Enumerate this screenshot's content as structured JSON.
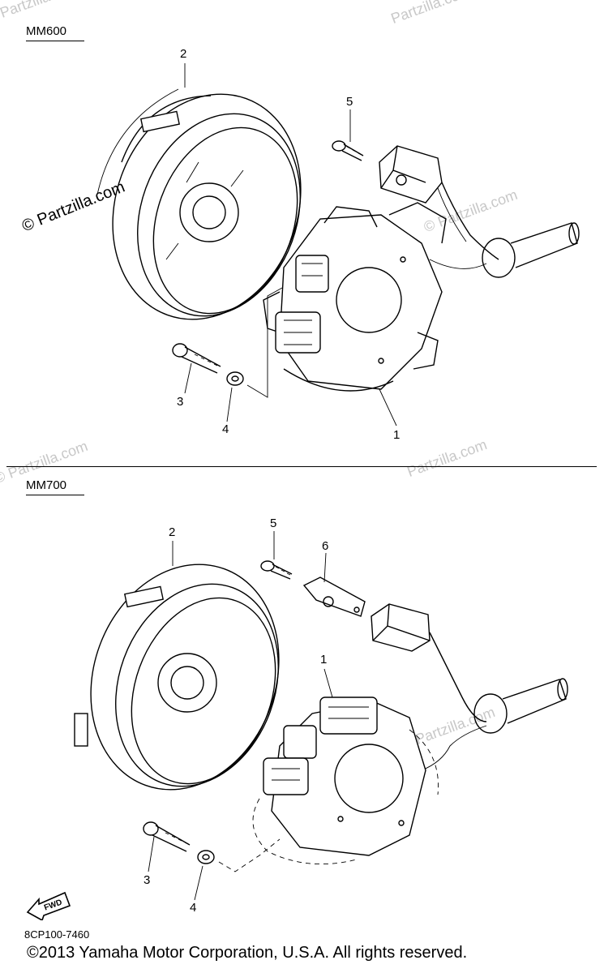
{
  "watermark": {
    "main": "© Partzilla.com",
    "faint": [
      "© Partzilla.com",
      "Partzilla.com",
      "© Partzilla.com",
      "© Partzilla.com",
      "Partzilla.com",
      "Partzilla.com"
    ]
  },
  "sections": [
    {
      "label": "MM600",
      "callouts": [
        "2",
        "5",
        "3",
        "4",
        "1"
      ]
    },
    {
      "label": "MM700",
      "callouts": [
        "2",
        "5",
        "6",
        "1",
        "3",
        "4"
      ]
    }
  ],
  "fwd_label": "FWD",
  "diagram_code": "8CP100-7460",
  "copyright": "©2013 Yamaha Motor Corporation, U.S.A. All rights reserved."
}
